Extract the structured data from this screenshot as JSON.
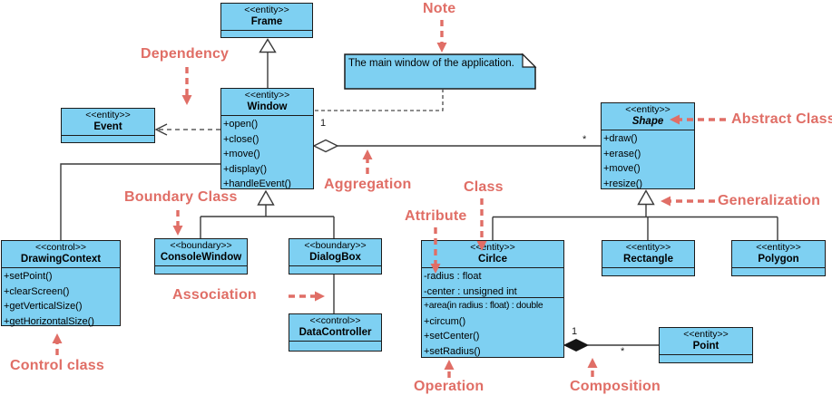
{
  "colors": {
    "class_fill": "#7ed0f2",
    "class_border": "#1b1b1b",
    "connector": "#3a3a3a",
    "annotation": "#e06e66"
  },
  "note": {
    "text": "The main window of the application."
  },
  "classes": {
    "frame": {
      "stereotype": "<<entity>>",
      "name": "Frame"
    },
    "window": {
      "stereotype": "<<entity>>",
      "name": "Window",
      "operations": [
        "+open()",
        "+close()",
        "+move()",
        "+display()",
        "+handleEvent()"
      ]
    },
    "event": {
      "stereotype": "<<entity>>",
      "name": "Event"
    },
    "shape": {
      "stereotype": "<<entity>>",
      "name": "Shape",
      "operations": [
        "+draw()",
        "+erase()",
        "+move()",
        "+resize()"
      ]
    },
    "drawing_context": {
      "stereotype": "<<control>>",
      "name": "DrawingContext",
      "operations": [
        "+setPoint()",
        "+clearScreen()",
        "+getVerticalSize()",
        "+getHorizontalSize()"
      ]
    },
    "console_window": {
      "stereotype": "<<boundary>>",
      "name": "ConsoleWindow"
    },
    "dialog_box": {
      "stereotype": "<<boundary>>",
      "name": "DialogBox"
    },
    "data_controller": {
      "stereotype": "<<control>>",
      "name": "DataController"
    },
    "circle": {
      "stereotype": "<<entity>>",
      "name": "Cirlce",
      "attributes": [
        "-radius : float",
        "-center : unsigned int"
      ],
      "operations": [
        "+area(in radius : float) : double",
        "+circum()",
        "+setCenter()",
        "+setRadius()"
      ]
    },
    "rectangle": {
      "stereotype": "<<entity>>",
      "name": "Rectangle"
    },
    "polygon": {
      "stereotype": "<<entity>>",
      "name": "Polygon"
    },
    "point": {
      "stereotype": "<<entity>>",
      "name": "Point"
    }
  },
  "multiplicities": {
    "aggregation_one": "1",
    "aggregation_many": "*",
    "composition_one": "1",
    "composition_many": "*"
  },
  "annotations": {
    "note": "Note",
    "dependency": "Dependency",
    "boundary_class": "Boundary Class",
    "aggregation": "Aggregation",
    "abstract_class": "Abstract Class",
    "generalization": "Generalization",
    "class_label": "Class",
    "attribute": "Attribute",
    "association": "Association",
    "control_class": "Control class",
    "operation": "Operation",
    "composition": "Composition"
  }
}
